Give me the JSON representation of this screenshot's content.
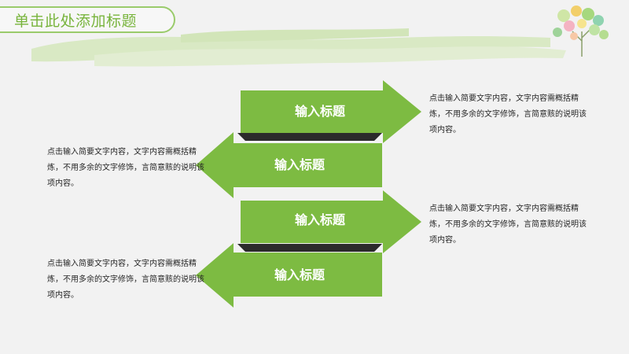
{
  "slide": {
    "title": "单击此处添加标题"
  },
  "steps": [
    {
      "label": "输入标题",
      "text": "点击输入简要文字内容，文字内容需概括精炼，不用多余的文字修饰，言简意赅的说明该项内容。"
    },
    {
      "label": "输入标题",
      "text": "点击输入简要文字内容，文字内容需概括精炼，不用多余的文字修饰，言简意赅的说明该项内容。"
    },
    {
      "label": "输入标题",
      "text": "点击输入简要文字内容，文字内容需概括精炼，不用多余的文字修饰，言简意赅的说明该项内容。"
    },
    {
      "label": "输入标题",
      "text": "点击输入简要文字内容，文字内容需概括精炼，不用多余的文字修饰，言简意赅的说明该项内容。"
    }
  ],
  "colors": {
    "accent": "#7dbb42",
    "accent_light": "#9acb6b",
    "shadow": "#2b2b2b",
    "background": "#f2f2f2"
  }
}
